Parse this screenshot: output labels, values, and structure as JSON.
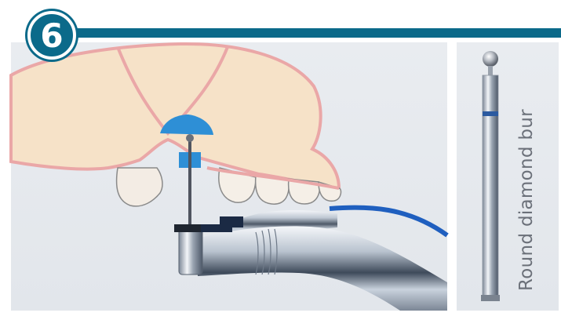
{
  "step": {
    "number": "6"
  },
  "bur": {
    "label": "Round diamond bur"
  },
  "colors": {
    "teal": "#0b6a8a",
    "panel": "#e6e9ee",
    "gum_fill": "#f6e2c8",
    "gum_line": "#eaa7a7",
    "highlight_blue": "#2e8fd6",
    "bur_band": "#2b5aa0",
    "hose": "#1f5fbf"
  },
  "icons": [
    "step-number-badge",
    "jaw-illustration",
    "dental-handpiece",
    "round-diamond-bur-icon"
  ]
}
